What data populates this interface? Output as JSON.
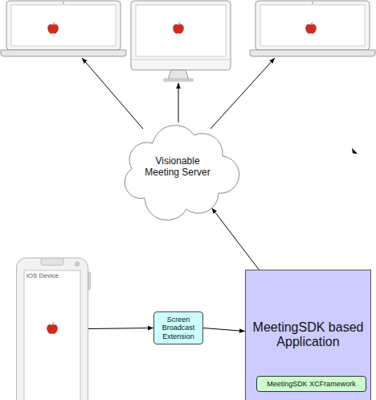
{
  "diagram": {
    "nodes": [
      {
        "text": [
          "Visionable Meeting Server"
        ]
      },
      {
        "text": [
          "iOS Device"
        ]
      },
      {
        "text": [
          "Screen Broadcast Extension"
        ]
      },
      {
        "text": [
          "MeetingSDK based Application"
        ]
      },
      {
        "text": [
          "MeetingSDK XCFramework"
        ],
        "in": 3
      }
    ],
    "edges": [
      {
        "from": 1,
        "to": 2,
        "arrow": "to"
      },
      {
        "from": 2,
        "to": 3,
        "arrow": "to"
      },
      {
        "from": 3,
        "to": 0,
        "arrow": "to"
      }
    ]
  }
}
